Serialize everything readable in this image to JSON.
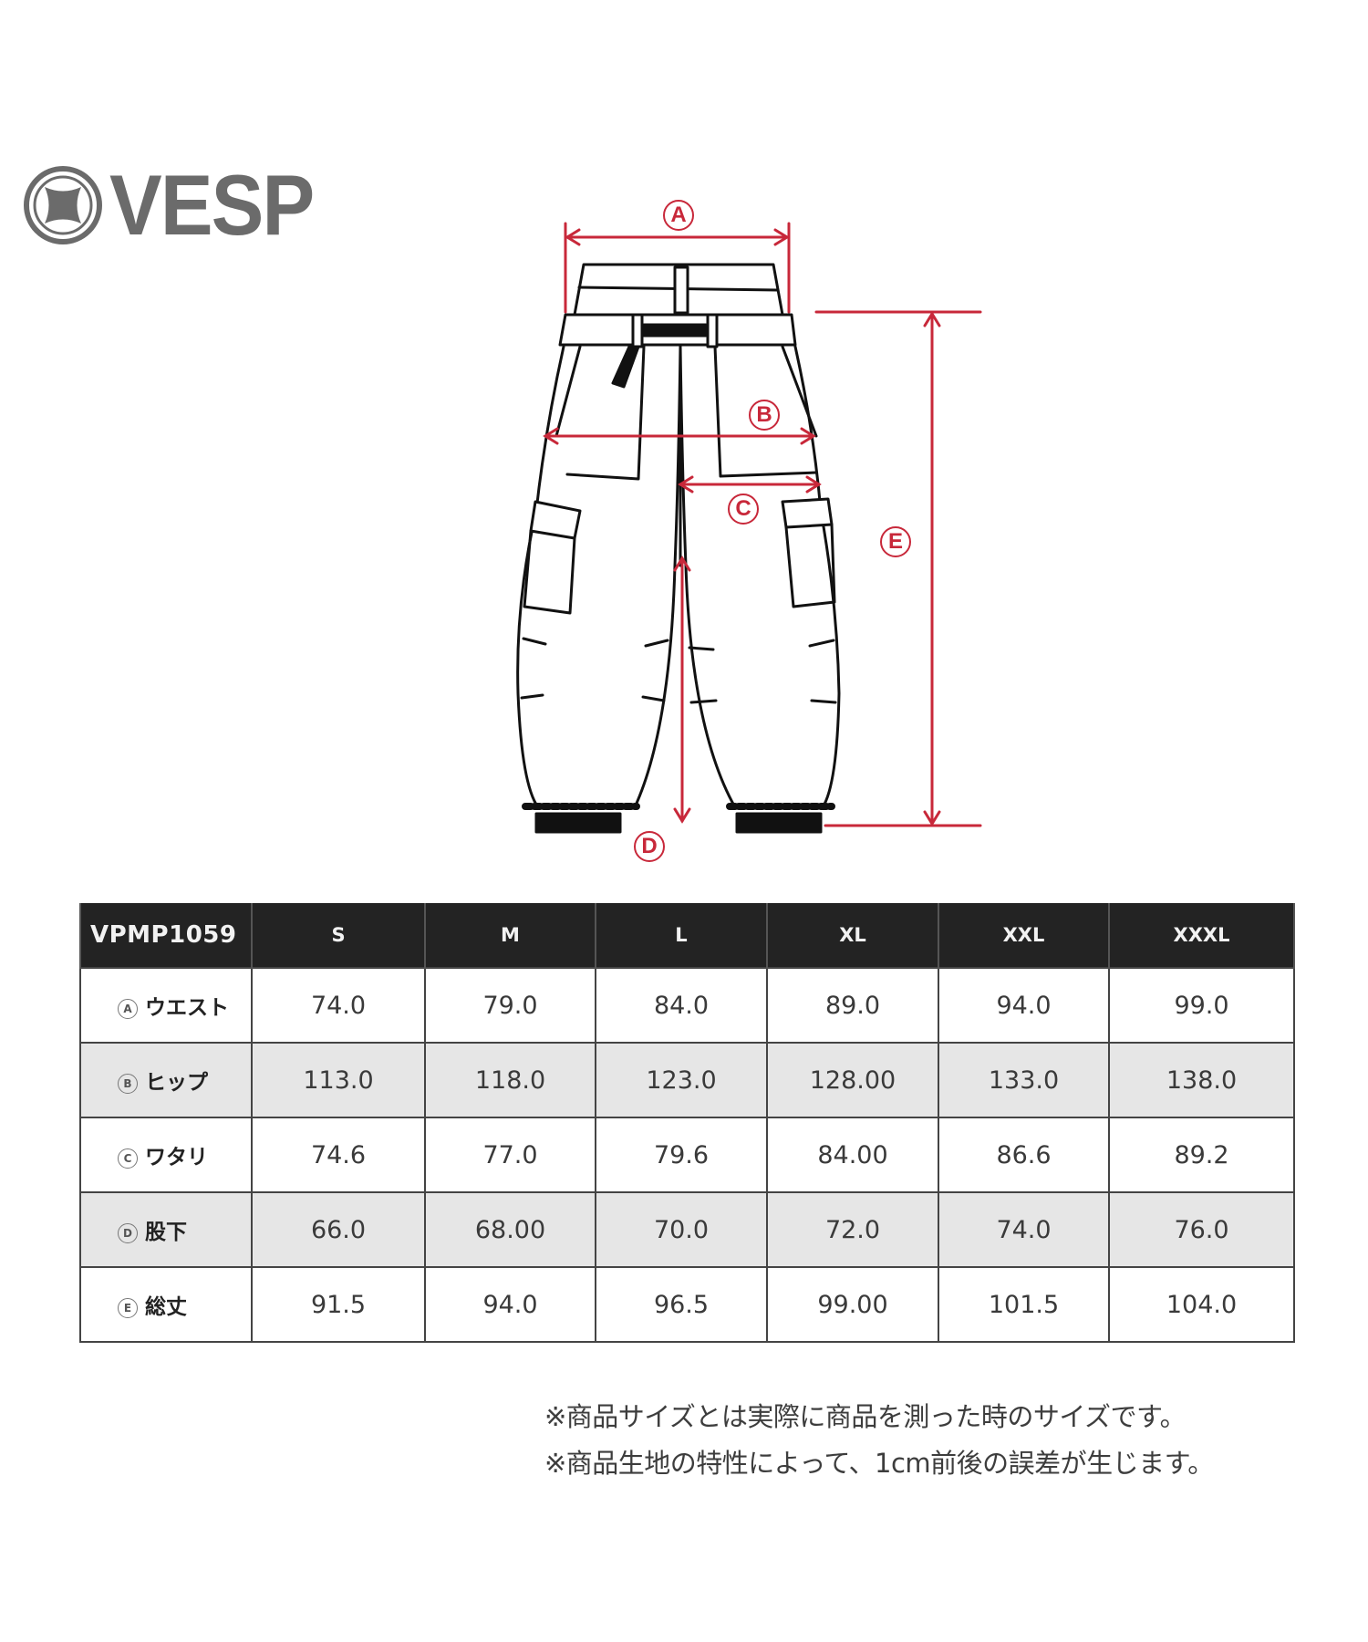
{
  "brand": {
    "name": "VESP",
    "logo_icon": "vesp-circle-logo-icon",
    "color": "#6b6b6b"
  },
  "diagram": {
    "subject": "cargo snow pants technical flat sketch",
    "measure_color": "#c8283a",
    "markers": [
      {
        "key": "A",
        "label": "A",
        "meaning": "ウエスト"
      },
      {
        "key": "B",
        "label": "B",
        "meaning": "ヒップ"
      },
      {
        "key": "C",
        "label": "C",
        "meaning": "ワタリ"
      },
      {
        "key": "D",
        "label": "D",
        "meaning": "股下"
      },
      {
        "key": "E",
        "label": "E",
        "meaning": "総丈"
      }
    ]
  },
  "size_table": {
    "model": "VPMP1059",
    "sizes": [
      "S",
      "M",
      "L",
      "XL",
      "XXL",
      "XXXL"
    ],
    "rows": [
      {
        "marker": "A",
        "label": "ウエスト",
        "values": [
          "74.0",
          "79.0",
          "84.0",
          "89.0",
          "94.0",
          "99.0"
        ]
      },
      {
        "marker": "B",
        "label": "ヒップ",
        "values": [
          "113.0",
          "118.0",
          "123.0",
          "128.00",
          "133.0",
          "138.0"
        ]
      },
      {
        "marker": "C",
        "label": "ワタリ",
        "values": [
          "74.6",
          "77.0",
          "79.6",
          "84.00",
          "86.6",
          "89.2"
        ]
      },
      {
        "marker": "D",
        "label": "股下",
        "values": [
          "66.0",
          "68.00",
          "70.0",
          "72.0",
          "74.0",
          "76.0"
        ]
      },
      {
        "marker": "E",
        "label": "総丈",
        "values": [
          "91.5",
          "94.0",
          "96.5",
          "99.00",
          "101.5",
          "104.0"
        ]
      }
    ],
    "header_bg": "#232323",
    "alt_row_bg": "#e6e6e6"
  },
  "notes": [
    "※商品サイズとは実際に商品を測った時のサイズです。",
    "※商品生地の特性によって、1cm前後の誤差が生じます。"
  ]
}
